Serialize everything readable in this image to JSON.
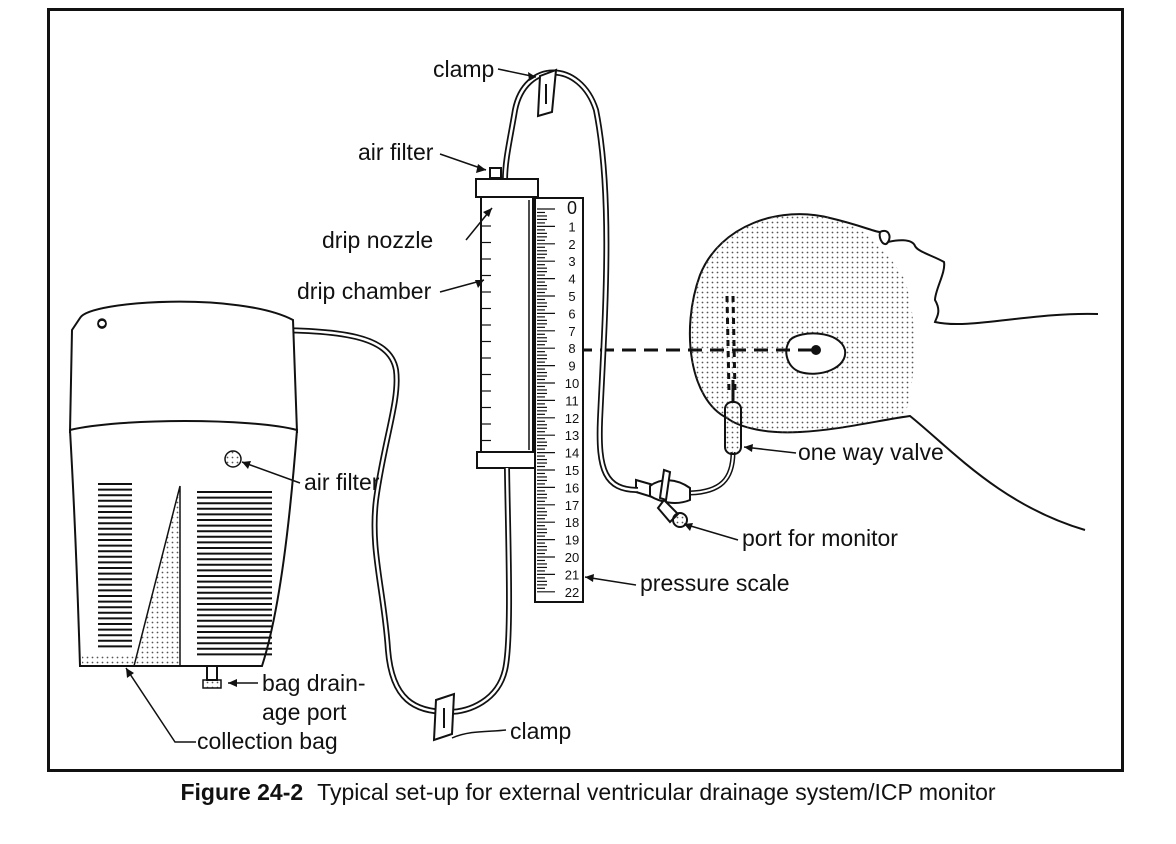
{
  "labels": {
    "clamp_top": "clamp",
    "air_filter_top": "air filter",
    "drip_nozzle": "drip nozzle",
    "drip_chamber": "drip chamber",
    "air_filter_bag": "air filter",
    "bag_drainage_1": "bag drain-",
    "bag_drainage_2": "age port",
    "collection_bag": "collection bag",
    "clamp_bottom": "clamp",
    "pressure_scale": "pressure scale",
    "port_for_monitor": "port for monitor",
    "one_way_valve": "one way valve"
  },
  "scale_ticks": [
    "0",
    "1",
    "2",
    "3",
    "4",
    "5",
    "6",
    "7",
    "8",
    "9",
    "10",
    "11",
    "12",
    "13",
    "14",
    "15",
    "16",
    "17",
    "18",
    "19",
    "20",
    "21",
    "22"
  ],
  "caption": {
    "figure_number": "Figure 24-2",
    "text": "Typical set-up for external ventricular drainage system/ICP monitor"
  }
}
